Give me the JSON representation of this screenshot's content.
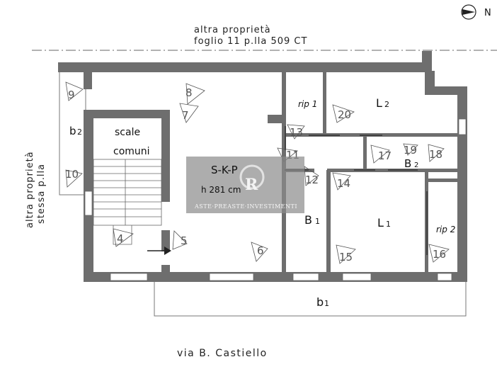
{
  "top_property": {
    "line1": "altra proprietà",
    "line2": "foglio 11 p.lla 509 CT"
  },
  "side_property": {
    "line1": "altra proprietà",
    "line2": "stessa p.lla"
  },
  "street": "via B. Castiello",
  "north": "N",
  "stair_label": {
    "line1": "scale",
    "line2": "comuni"
  },
  "main_room": {
    "name": "S-K-P",
    "height": "h 281 cm"
  },
  "rooms": {
    "L2": {
      "main": "L",
      "sub": "2"
    },
    "L1": {
      "main": "L",
      "sub": "1"
    },
    "B1": {
      "main": "B",
      "sub": "1"
    },
    "B2": {
      "main": "B",
      "sub": "2"
    },
    "b2": {
      "main": "b",
      "sub": "2"
    },
    "b1": {
      "main": "b",
      "sub": "1"
    },
    "rip1": "rip 1",
    "rip2": "rip 2"
  },
  "photo_points": [
    "9",
    "10",
    "8",
    "7",
    "4",
    "5",
    "6",
    "13",
    "11",
    "12",
    "14",
    "20",
    "17",
    "19",
    "18",
    "15",
    "16"
  ],
  "watermark": "ASTE·PREASTE·INVESTIMENTI",
  "colors": {
    "wall": "#6e6e6e",
    "watermark_box": "#8a8a8a"
  }
}
